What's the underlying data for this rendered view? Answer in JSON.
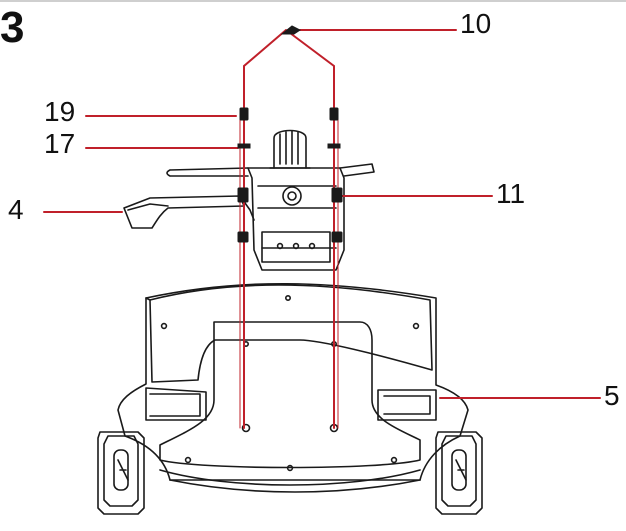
{
  "figure": {
    "step_number": "3",
    "callouts": {
      "c10": "10",
      "c19": "19",
      "c17": "17",
      "c4": "4",
      "c11": "11",
      "c5": "5"
    }
  },
  "colors": {
    "leader": "#c0202a",
    "line": "#1a1a1a",
    "background": "#ffffff"
  }
}
